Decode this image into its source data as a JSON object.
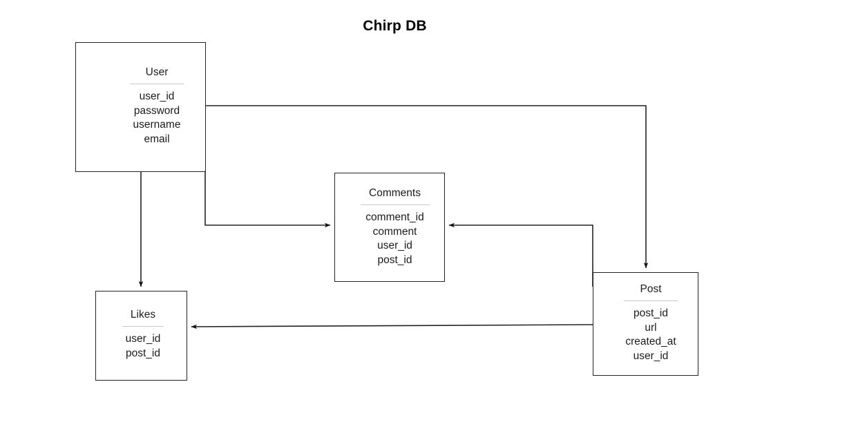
{
  "diagram": {
    "title": "Chirp DB",
    "background_color": "#ffffff",
    "line_color": "#222222",
    "divider_color": "#c9c9c9",
    "text_color": "#1b1b1b",
    "entities": [
      {
        "id": "user",
        "name": "User",
        "fields": [
          "user_id",
          "password",
          "username",
          "email"
        ]
      },
      {
        "id": "comments",
        "name": "Comments",
        "fields": [
          "comment_id",
          "comment",
          "user_id",
          "post_id"
        ]
      },
      {
        "id": "post",
        "name": "Post",
        "fields": [
          "post_id",
          "url",
          "created_at",
          "user_id"
        ]
      },
      {
        "id": "likes",
        "name": "Likes",
        "fields": [
          "user_id",
          "post_id"
        ]
      }
    ],
    "relationships": [
      {
        "from": "user",
        "to": "post",
        "arrow": "to"
      },
      {
        "from": "user",
        "to": "comments",
        "arrow": "to"
      },
      {
        "from": "user",
        "to": "likes",
        "arrow": "to"
      },
      {
        "from": "post",
        "to": "comments",
        "arrow": "to"
      },
      {
        "from": "post",
        "to": "likes",
        "arrow": "to"
      }
    ]
  }
}
